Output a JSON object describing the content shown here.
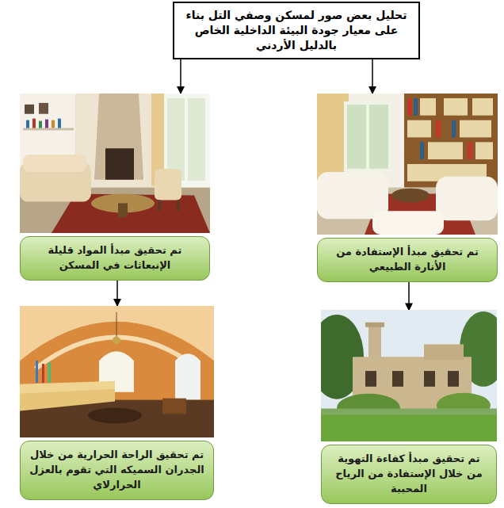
{
  "diagram": {
    "nodes": [
      {
        "text": [
          "تحليل بعض صور لمسكن وصفي التل بناء على معيار جودة البيئة الداخلية الخاص بالدليل الأردني"
        ]
      },
      {
        "text": [
          "تم تحقيق مبدأ الإستفادة من الأنارة الطبيعي"
        ]
      },
      {
        "text": [
          "تم تحقيق مبدأ المواد قليلة الإنبعاثات في المسكن"
        ]
      },
      {
        "text": [
          "تم تحقيق مبدأ كفاءة التهوية من خلال الإستفادة من الرياح المحببة"
        ]
      },
      {
        "text": [
          "تم تحقيق الراحة الحرارية من خلال الجدران السميكه التي تقوم بالعزل الحرارلاي"
        ]
      }
    ],
    "edges": [
      {
        "from": 0,
        "to": 1,
        "arrow": "to"
      },
      {
        "from": 0,
        "to": 2,
        "arrow": "to"
      },
      {
        "from": 1,
        "to": 3,
        "arrow": "to"
      },
      {
        "from": 2,
        "to": 4,
        "arrow": "to"
      }
    ]
  }
}
